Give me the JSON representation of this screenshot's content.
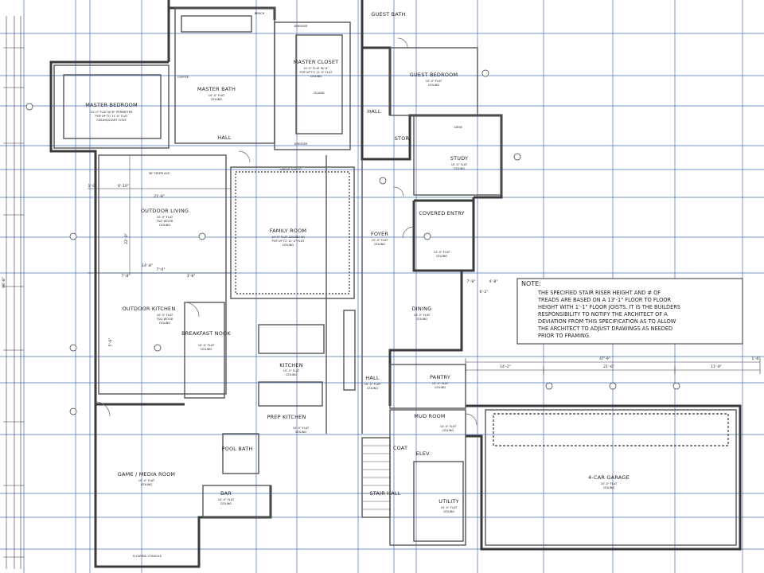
{
  "note": {
    "heading": "NOTE:",
    "lines": [
      "THE SPECIFIED STAIR RISER HEIGHT AND # OF",
      "TREADS ARE BASED ON A 13'-1\" FLOOR TO FLOOR",
      "HEIGHT WITH 1'-1\" FLOOR JOISTS. IT IS THE BUILDERS",
      "RESPONSIBILITY TO NOTIFY THE ARCHITECT OF A",
      "DEVIATION FROM THIS SPECIFICATION AS TO ALLOW",
      "THE ARCHITECT TO ADJUST DRAWINGS AS NEEDED",
      "PRIOR TO FRAMING."
    ]
  },
  "rooms": {
    "master_bedroom": {
      "name": "MASTER BEDROOM",
      "ceiling": [
        "10'-0\" FLAT W/ 6\" PERIMETER",
        "POP UP TO 11'-0\" FLAT",
        "CEILING/LIGHT COVE"
      ]
    },
    "master_bath": {
      "name": "MASTER BATH",
      "ceiling": [
        "10'-0\" FLAT",
        "CEILING"
      ]
    },
    "master_closet": {
      "name": "MASTER CLOSET",
      "ceiling": [
        "10'-0\" FLAT W/ 6\"",
        "POP UP TO 11'-0\" FLAT",
        "CEILING"
      ]
    },
    "guest_bedroom": {
      "name": "GUEST BEDROOM",
      "ceiling": [
        "10'-0\" FLAT",
        "CEILING"
      ]
    },
    "guest_bath": {
      "name": "GUEST BATH"
    },
    "study": {
      "name": "STUDY",
      "ceiling": [
        "10'-0\" FLAT",
        "CEILING"
      ]
    },
    "covered_entry": {
      "name": "COVERED ENTRY",
      "ceiling": [
        "10'-0\" FLAT",
        "CEILING"
      ]
    },
    "foyer": {
      "name": "FOYER",
      "ceiling": [
        "10'-0\" FLAT",
        "CEILING"
      ]
    },
    "family_room": {
      "name": "FAMILY ROOM",
      "ceiling": [
        "10'-0\" FLAT CEILING W/",
        "POP UP TO 12'-0\" FLAT",
        "CEILING"
      ]
    },
    "outdoor_living": {
      "name": "OUTDOOR LIVING",
      "ceiling": [
        "10'-0\" FLAT",
        "T&G WOOD",
        "CEILING"
      ]
    },
    "outdoor_kitchen": {
      "name": "OUTDOOR KITCHEN",
      "ceiling": [
        "10'-0\" FLAT",
        "T&G WOOD",
        "CEILING"
      ]
    },
    "breakfast_nook": {
      "name": "BREAKFAST NOOK",
      "ceiling": [
        "10'-0\" FLAT",
        "CEILING"
      ]
    },
    "kitchen": {
      "name": "KITCHEN",
      "ceiling": [
        "10'-0\" FLAT",
        "CEILING"
      ]
    },
    "dining": {
      "name": "DINING",
      "ceiling": [
        "10'-0\" FLAT",
        "CEILING"
      ]
    },
    "hall": {
      "name": "HALL",
      "ceiling": [
        "10'-0\" FLAT",
        "CEILING"
      ]
    },
    "pantry": {
      "name": "PANTRY",
      "ceiling": [
        "10'-0\" FLAT",
        "CEILING"
      ]
    },
    "mud_room": {
      "name": "MUD ROOM",
      "ceiling": [
        "10'-0\" FLAT",
        "CEILING"
      ]
    },
    "prep_kitchen": {
      "name": "PREP KITCHEN",
      "ceiling": [
        "10'-0\" FLAT",
        "CEILING"
      ]
    },
    "pool_bath": {
      "name": "POOL BATH"
    },
    "bar": {
      "name": "BAR",
      "ceiling": [
        "10'-0\" FLAT",
        "CEILING"
      ]
    },
    "game_media": {
      "name": "GAME / MEDIA ROOM",
      "ceiling": [
        "10'-0\" FLAT",
        "CEILING"
      ]
    },
    "stair_hall": {
      "name": "STAIR HALL"
    },
    "utility": {
      "name": "UTILITY",
      "ceiling": [
        "10'-0\" FLAT",
        "CEILING"
      ]
    },
    "garage": {
      "name": "4-CAR GARAGE",
      "ceiling": [
        "10'-0\" FLAT",
        "CEILING"
      ]
    },
    "coat": {
      "name": "COAT"
    },
    "elev": {
      "name": "ELEV."
    },
    "stor": {
      "name": "STOR."
    }
  },
  "annotations": {
    "dresser": "DRESSER",
    "coffee": "COFFEE",
    "bench": "BENCH",
    "island": "ISLAND",
    "fireplace": "36\" FIREPLACE",
    "linear_fp": "LINEAR GAS FP",
    "floating_console": "FLOATING CONSOLE",
    "desk": "DESK"
  },
  "dimensions": {
    "d1": "47'-9\"",
    "d2": "14'-2\"",
    "d3": "21'-6\"",
    "d4": "11'-9\"",
    "d5": "7'-8\"",
    "d6": "4'-8\"",
    "d7": "6'-2\"",
    "d8": "1'-0\"",
    "d9": "6'-10\"",
    "d10": "21'-8\"",
    "d11": "7'-0\"",
    "d12": "14'-8\"",
    "d13": "3'-8\"",
    "d14": "7'-8\"",
    "d15": "22'-0\"",
    "d16": "98'-8\"",
    "d17": "5'-6\"",
    "d18": "1'-6\""
  }
}
